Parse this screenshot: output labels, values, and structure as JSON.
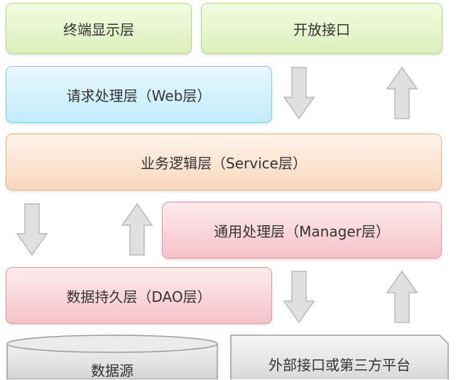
{
  "layers": {
    "terminal_display": "终端显示层",
    "open_interface": "开放接口",
    "web_layer": "请求处理层（Web层）",
    "service_layer": "业务逻辑层（Service层）",
    "manager_layer": "通用处理层（Manager层）",
    "dao_layer": "数据持久层（DAO层）",
    "data_source": "数据源",
    "external_platform": "外部接口或第三方平台"
  },
  "arrows": {
    "row1": [
      "down",
      "up"
    ],
    "row2": [
      "down",
      "up"
    ],
    "row3": [
      "down",
      "up"
    ]
  },
  "colors": {
    "terminal": "#dbf0bb",
    "web": "#c2ebfa",
    "service": "#f9d8bc",
    "manager_dao": "#f5c3c8",
    "storage": "#d9d9d9",
    "arrow": "#dcdcdc"
  }
}
